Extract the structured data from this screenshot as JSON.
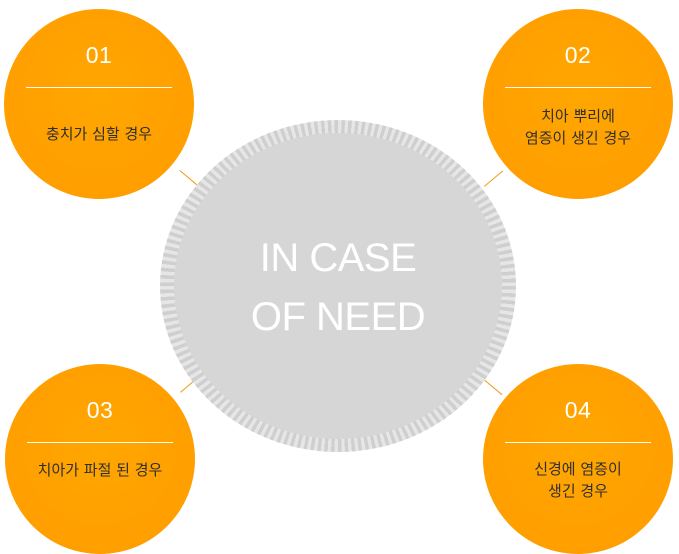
{
  "center": {
    "line1": "IN CASE",
    "line2": "OF NEED"
  },
  "items": [
    {
      "number": "01",
      "lines": [
        "충치가 심할 경우"
      ]
    },
    {
      "number": "02",
      "lines": [
        "치아 뿌리에",
        "염증이 생긴 경우"
      ]
    },
    {
      "number": "03",
      "lines": [
        "치아가 파절 된 경우"
      ]
    },
    {
      "number": "04",
      "lines": [
        "신경에 염증이",
        "생긴 경우"
      ]
    }
  ],
  "colors": {
    "bubble": "#ffa000",
    "center": "#d6d6d6",
    "connector": "#f39c12"
  }
}
